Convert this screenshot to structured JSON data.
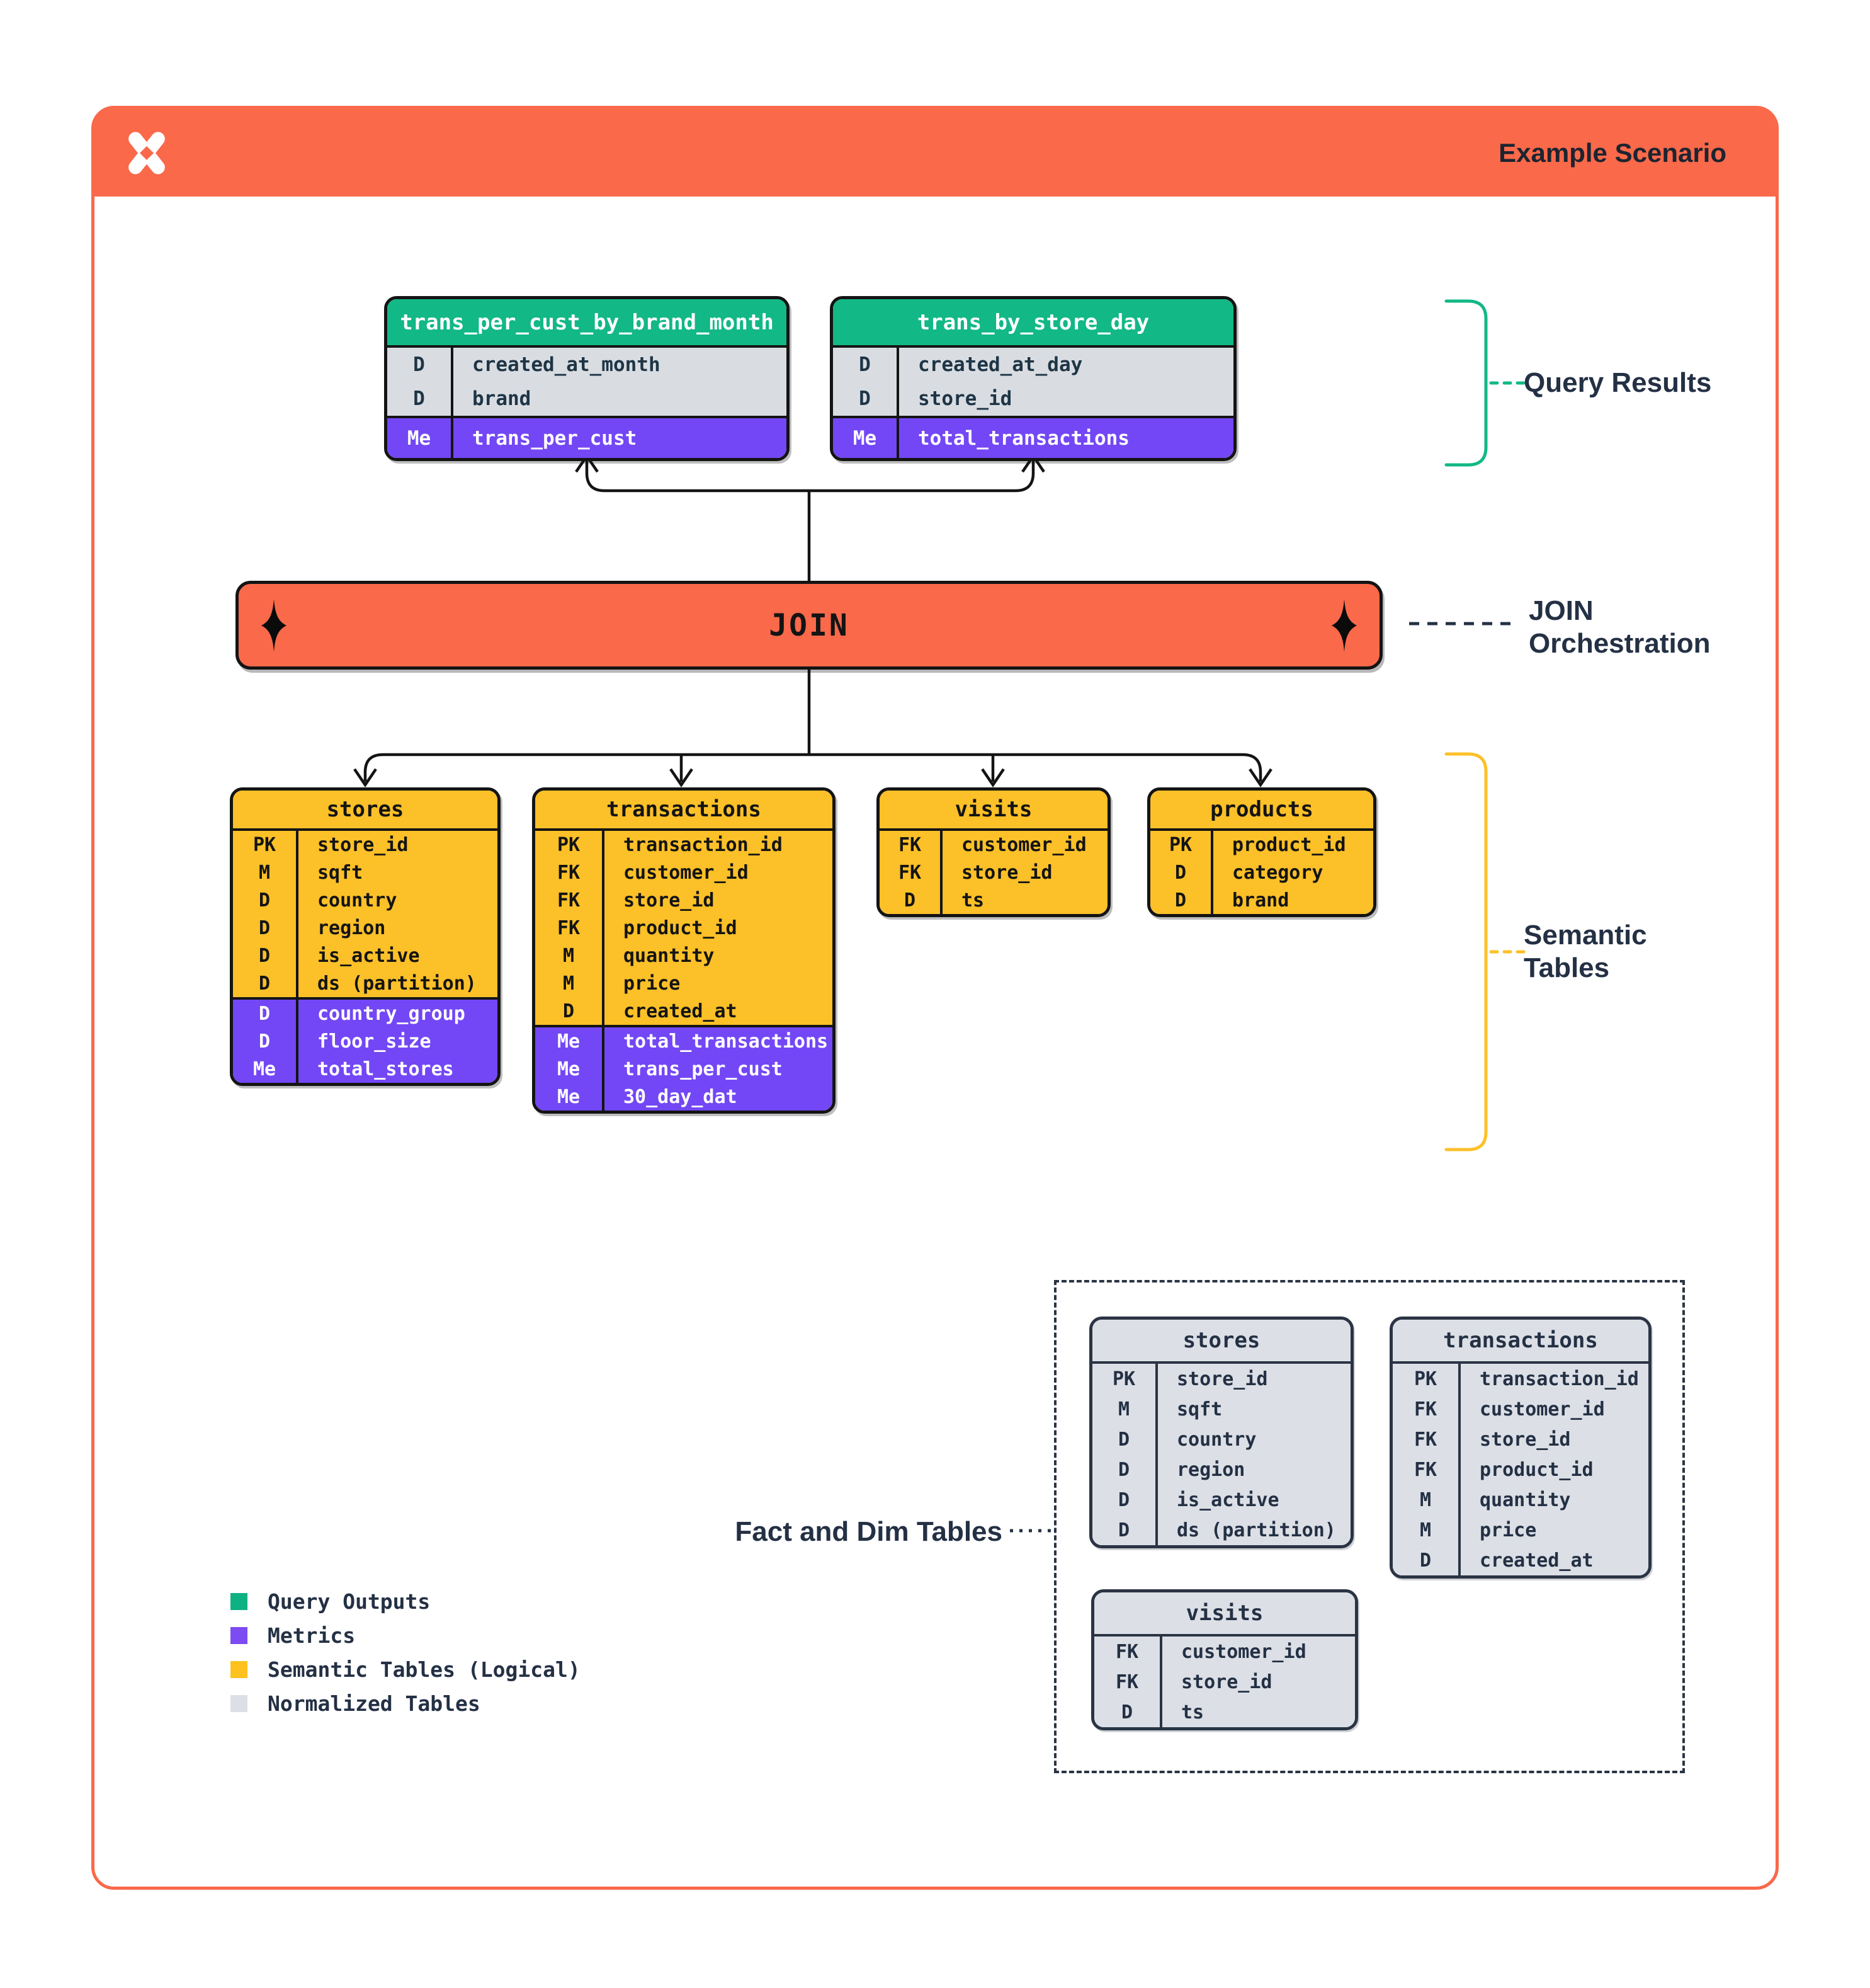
{
  "header": {
    "title": "Example Scenario",
    "logo": "x-pinwheel-logo"
  },
  "join": {
    "label": "JOIN"
  },
  "labels": {
    "query_results": "Query Results",
    "join_orchestration_line1": "JOIN",
    "join_orchestration_line2": "Orchestration",
    "semantic_tables_line1": "Semantic",
    "semantic_tables_line2": "Tables",
    "fact_and_dim": "Fact and Dim Tables"
  },
  "tables": [
    {
      "id": "q1",
      "variant": "query",
      "title": "trans_per_cust_by_brand_month",
      "base": [
        [
          "D",
          "created_at_month"
        ],
        [
          "D",
          "brand"
        ]
      ],
      "metrics": [
        [
          "Me",
          "trans_per_cust"
        ]
      ]
    },
    {
      "id": "q2",
      "variant": "query",
      "title": "trans_by_store_day",
      "base": [
        [
          "D",
          "created_at_day"
        ],
        [
          "D",
          "store_id"
        ]
      ],
      "metrics": [
        [
          "Me",
          "total_transactions"
        ]
      ]
    },
    {
      "id": "s1",
      "variant": "semantic",
      "title": "stores",
      "base": [
        [
          "PK",
          "store_id"
        ],
        [
          "M",
          "sqft"
        ],
        [
          "D",
          "country"
        ],
        [
          "D",
          "region"
        ],
        [
          "D",
          "is_active"
        ],
        [
          "D",
          "ds (partition)"
        ]
      ],
      "metrics": [
        [
          "D",
          "country_group"
        ],
        [
          "D",
          "floor_size"
        ],
        [
          "Me",
          "total_stores"
        ]
      ]
    },
    {
      "id": "s2",
      "variant": "semantic",
      "title": "transactions",
      "base": [
        [
          "PK",
          "transaction_id"
        ],
        [
          "FK",
          "customer_id"
        ],
        [
          "FK",
          "store_id"
        ],
        [
          "FK",
          "product_id"
        ],
        [
          "M",
          "quantity"
        ],
        [
          "M",
          "price"
        ],
        [
          "D",
          "created_at"
        ]
      ],
      "metrics": [
        [
          "Me",
          "total_transactions"
        ],
        [
          "Me",
          "trans_per_cust"
        ],
        [
          "Me",
          "30_day_dat"
        ]
      ]
    },
    {
      "id": "s3",
      "variant": "semantic",
      "title": "visits",
      "base": [
        [
          "FK",
          "customer_id"
        ],
        [
          "FK",
          "store_id"
        ],
        [
          "D",
          "ts"
        ]
      ],
      "metrics": []
    },
    {
      "id": "s4",
      "variant": "semantic",
      "title": "products",
      "base": [
        [
          "PK",
          "product_id"
        ],
        [
          "D",
          "category"
        ],
        [
          "D",
          "brand"
        ]
      ],
      "metrics": []
    },
    {
      "id": "n1",
      "variant": "normalized",
      "title": "stores",
      "base": [
        [
          "PK",
          "store_id"
        ],
        [
          "M",
          "sqft"
        ],
        [
          "D",
          "country"
        ],
        [
          "D",
          "region"
        ],
        [
          "D",
          "is_active"
        ],
        [
          "D",
          "ds (partition)"
        ]
      ],
      "metrics": []
    },
    {
      "id": "n2",
      "variant": "normalized",
      "title": "transactions",
      "base": [
        [
          "PK",
          "transaction_id"
        ],
        [
          "FK",
          "customer_id"
        ],
        [
          "FK",
          "store_id"
        ],
        [
          "FK",
          "product_id"
        ],
        [
          "M",
          "quantity"
        ],
        [
          "M",
          "price"
        ],
        [
          "D",
          "created_at"
        ]
      ],
      "metrics": []
    },
    {
      "id": "n3",
      "variant": "normalized",
      "title": "visits",
      "base": [
        [
          "FK",
          "customer_id"
        ],
        [
          "FK",
          "store_id"
        ],
        [
          "D",
          "ts"
        ]
      ],
      "metrics": []
    }
  ],
  "legend": [
    {
      "label": "Query Outputs",
      "color": "#0EB182"
    },
    {
      "label": "Metrics",
      "color": "#7C4BF2"
    },
    {
      "label": "Semantic Tables (Logical)",
      "color": "#FDC21D"
    },
    {
      "label": "Normalized Tables",
      "color": "#DCE0E6"
    }
  ],
  "colors": {
    "accent_orange": "#F9694A",
    "query_green": "#12B886",
    "metric_purple": "#7347F5",
    "semantic_yellow": "#FCC028",
    "normalized_gray": "#DCE0E6",
    "text_navy": "#243044",
    "line_black": "#141414"
  }
}
